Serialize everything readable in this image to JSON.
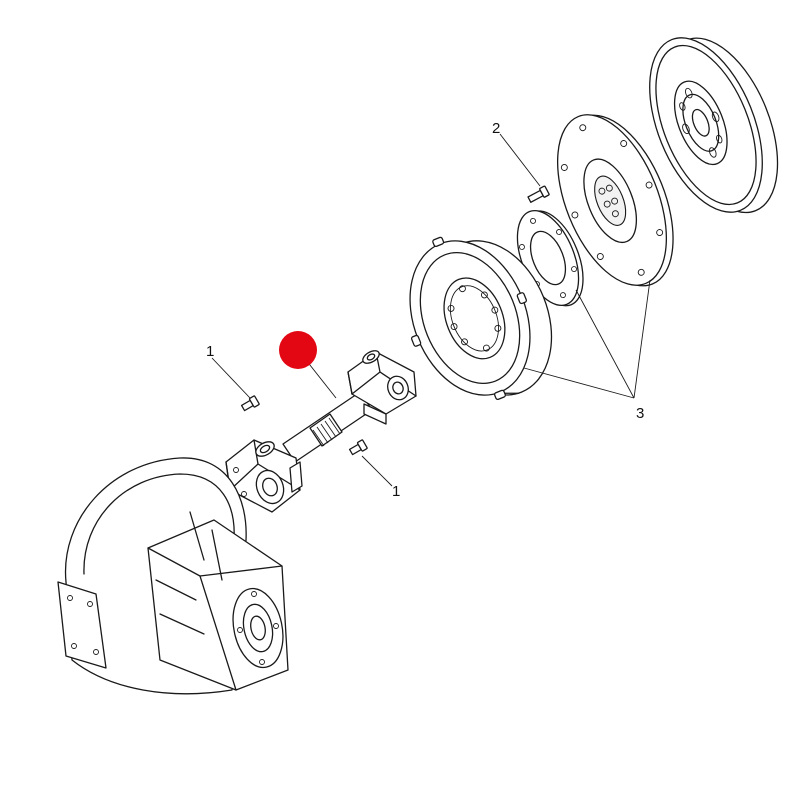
{
  "callouts": {
    "bolt_left": "1",
    "bolt_right": "1",
    "bolt_flywheel": "2",
    "coupling_set": "3"
  },
  "marker": {
    "color": "#e30613"
  },
  "colors": {
    "line": "#1a1a1a",
    "background": "#ffffff"
  }
}
